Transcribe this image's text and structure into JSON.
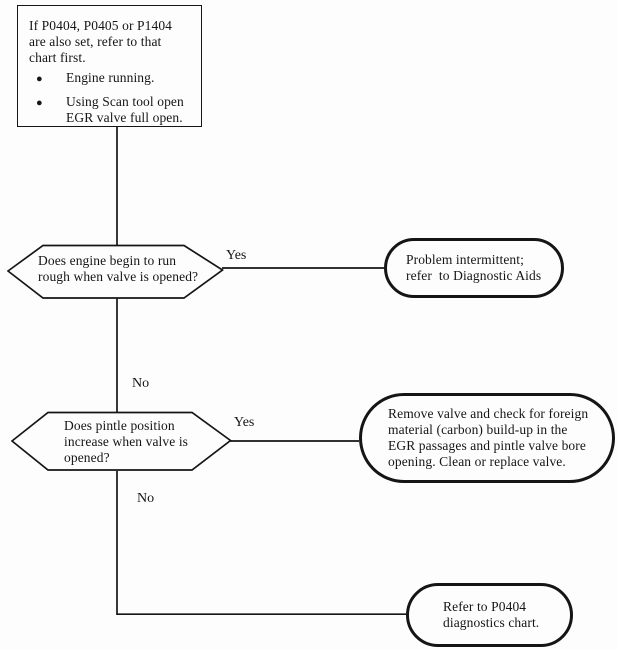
{
  "colors": {
    "ink": "#151515",
    "paper": "#fdfdfd"
  },
  "note": {
    "lines": [
      "If P0404, P0405 or P1404",
      "are also set, refer to that",
      "chart first."
    ],
    "bullet_glyph": "●",
    "bullets": [
      {
        "lines": [
          "Engine running."
        ]
      },
      {
        "lines": [
          "Using Scan tool open",
          "EGR valve full open."
        ]
      }
    ]
  },
  "decisions": [
    {
      "id": "engine-rough",
      "lines": [
        "Does engine begin to run",
        "rough when valve is opened?"
      ]
    },
    {
      "id": "pintle-position",
      "lines": [
        "Does pintle position",
        "increase when valve is",
        "opened?"
      ]
    }
  ],
  "outcomes": [
    {
      "id": "intermittent",
      "lines": [
        "Problem intermittent;",
        "refer  to Diagnostic Aids"
      ]
    },
    {
      "id": "remove-valve",
      "lines": [
        "Remove valve and check for foreign",
        "material (carbon) build-up in the",
        "EGR passages and pintle valve bore",
        "opening. Clean or replace valve."
      ]
    },
    {
      "id": "p0404-chart",
      "lines": [
        "Refer to P0404",
        "diagnostics chart."
      ]
    }
  ],
  "edge_labels": {
    "yes1": "Yes",
    "no1": "No",
    "yes2": "Yes",
    "no2": "No"
  }
}
